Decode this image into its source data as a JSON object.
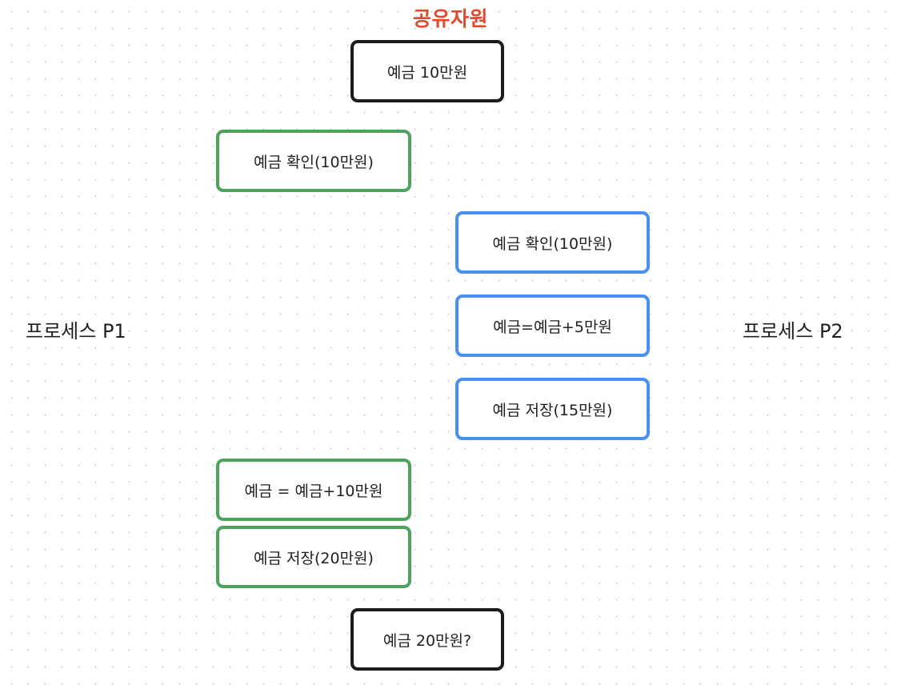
{
  "shared_resource": {
    "title": "공유자원",
    "initial": "예금 10만원",
    "final": "예금 20만원?"
  },
  "process_p1": {
    "label": "프로세스 P1",
    "steps": [
      "예금 확인(10만원)",
      "예금 = 예금+10만원",
      "예금 저장(20만원)"
    ]
  },
  "process_p2": {
    "label": "프로세스 P2",
    "steps": [
      "예금 확인(10만원)",
      "예금=예금+5만원",
      "예금 저장(15만원)"
    ]
  },
  "colors": {
    "title": "#e0492d",
    "shared_border": "#1c1c1c",
    "p1_border": "#4ea35c",
    "p2_border": "#4990f0"
  }
}
